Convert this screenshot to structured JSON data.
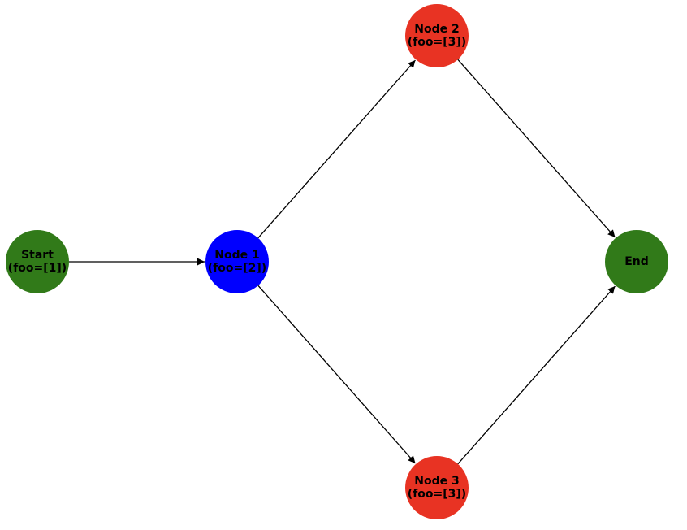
{
  "diagram": {
    "nodes": [
      {
        "id": "start",
        "lines": [
          "Start",
          "(foo=[1])"
        ],
        "color": "#317a19"
      },
      {
        "id": "node1",
        "lines": [
          "Node 1",
          "(foo=[2])"
        ],
        "color": "#0000ff"
      },
      {
        "id": "node2",
        "lines": [
          "Node 2",
          "(foo=[3])"
        ],
        "color": "#e83323"
      },
      {
        "id": "node3",
        "lines": [
          "Node 3",
          "(foo=[3])"
        ],
        "color": "#e83323"
      },
      {
        "id": "end",
        "lines": [
          "End"
        ],
        "color": "#317a19"
      }
    ],
    "edges": [
      {
        "from": "start",
        "to": "node1"
      },
      {
        "from": "node1",
        "to": "node2"
      },
      {
        "from": "node1",
        "to": "node3"
      },
      {
        "from": "node2",
        "to": "end"
      },
      {
        "from": "node3",
        "to": "end"
      }
    ]
  }
}
